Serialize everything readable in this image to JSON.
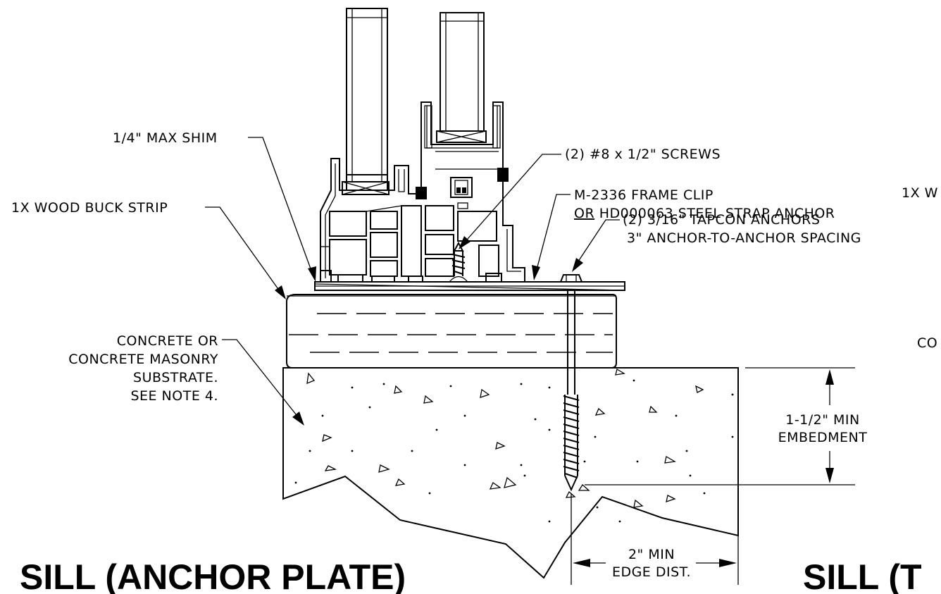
{
  "labels": {
    "shim": "1/4\" MAX SHIM",
    "screws": "(2)  #8 x 1/2\" SCREWS",
    "buck_strip": "1X WOOD BUCK STRIP",
    "frame_clip_line1": "M-2336 FRAME CLIP",
    "frame_clip_line2_or": "OR",
    "frame_clip_line2_rest": " HD000063 STEEL STRAP ANCHOR",
    "tapcon_line1": "(2) 3/16\" TAPCON ANCHORS",
    "tapcon_line2": "3\" ANCHOR-TO-ANCHOR SPACING",
    "right_cut_top": "1X W",
    "right_cut_mid": "CO",
    "concrete_line1": "CONCRETE OR",
    "concrete_line2": "CONCRETE MASONRY",
    "concrete_line3": "SUBSTRATE.",
    "concrete_line4": "SEE NOTE 4.",
    "embedment_line1": "1-1/2\" MIN",
    "embedment_line2": "EMBEDMENT",
    "edge_line1": "2\" MIN",
    "edge_line2": "EDGE DIST."
  },
  "titles": {
    "left": "SILL (ANCHOR PLATE)",
    "right": "SILL (T"
  },
  "colors": {
    "ink": "#000000",
    "paper": "#ffffff"
  }
}
